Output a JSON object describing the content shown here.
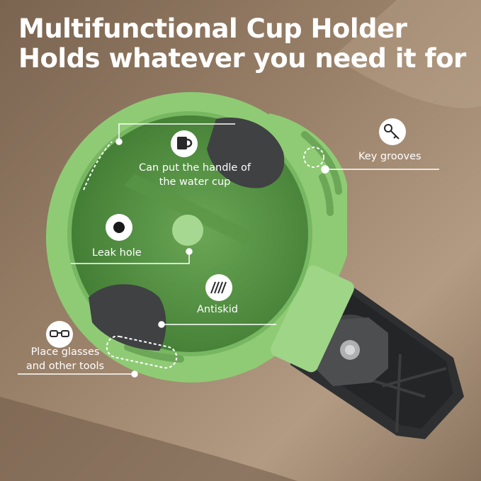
{
  "headline": {
    "line1": "Multifunctional Cup Holder",
    "line2": "Holds whatever you need it for"
  },
  "callouts": {
    "handle": {
      "line1": "Can put the handle of",
      "line2": "the water cup",
      "icon": "mug-icon"
    },
    "leak": {
      "label": "Leak hole",
      "icon": "hole-icon"
    },
    "antiskid": {
      "label": "Antiskid",
      "icon": "antiskid-lines-icon"
    },
    "key": {
      "label": "Key grooves",
      "icon": "key-icon"
    },
    "glasses": {
      "line1": "Place glasses",
      "line2": "and other tools",
      "icon": "glasses-icon"
    }
  },
  "colors": {
    "background_light": "#a88f77",
    "background_dark": "#6b5642",
    "holder_green": "#8fcb74",
    "holder_inner": "#5f9b4b",
    "pad_dark": "#3f4142",
    "mount_black": "#2b2c2e",
    "text": "#ffffff"
  }
}
